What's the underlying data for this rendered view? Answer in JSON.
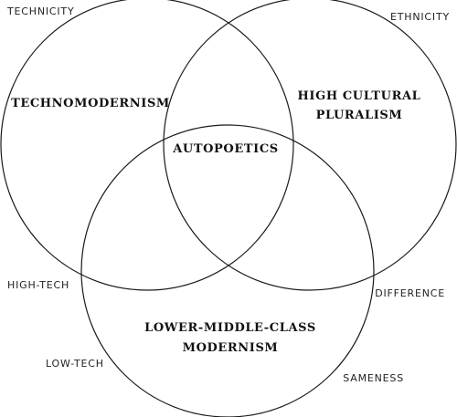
{
  "regions": {
    "technomodernism": "TECHNOMODERNISM",
    "high_cultural_pluralism": [
      "HIGH CULTURAL",
      "PLURALISM"
    ],
    "autopoetics": "AUTOPOETICS",
    "lower_middle_class_modernism": [
      "LOWER-MIDDLE-CLASS",
      "MODERNISM"
    ]
  },
  "axes": {
    "technicity": "TECHNICITY",
    "ethnicity": "ETHNICITY",
    "high_tech": "HIGH-TECH",
    "difference": "DIFFERENCE",
    "low_tech": "LOW-TECH",
    "sameness": "SAMENESS"
  }
}
